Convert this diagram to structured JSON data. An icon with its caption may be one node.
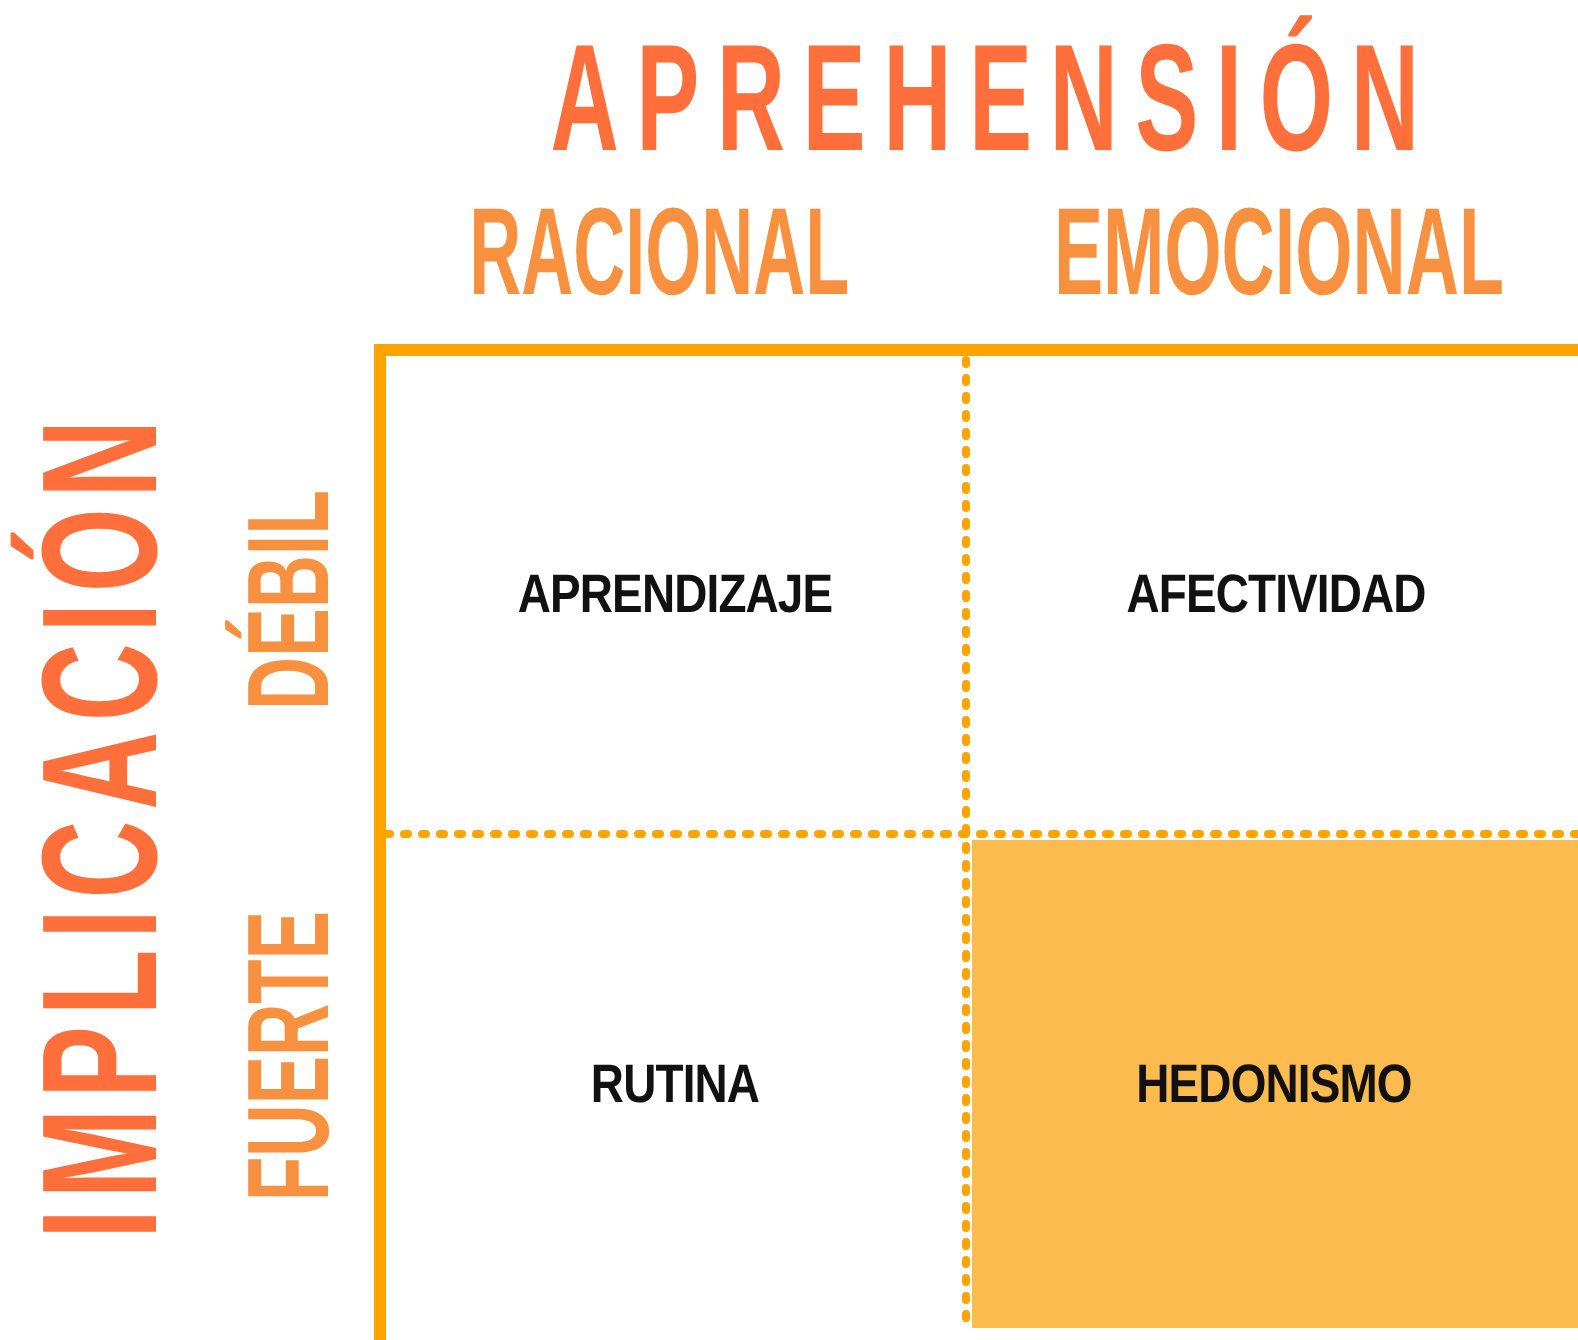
{
  "diagram": {
    "nodes": [
      {
        "text": [
          "APRENDIZAJE"
        ]
      },
      {
        "text": [
          "AFECTIVIDAD"
        ]
      },
      {
        "text": [
          "RUTINA"
        ]
      },
      {
        "text": [
          "HEDONISMO"
        ]
      }
    ],
    "edges": [],
    "labels": [
      "APREHENSIÓN",
      "RACIONAL",
      "EMOCIONAL",
      "IMPLICACIÓN",
      "DÉBIL",
      "FUERTE"
    ]
  }
}
